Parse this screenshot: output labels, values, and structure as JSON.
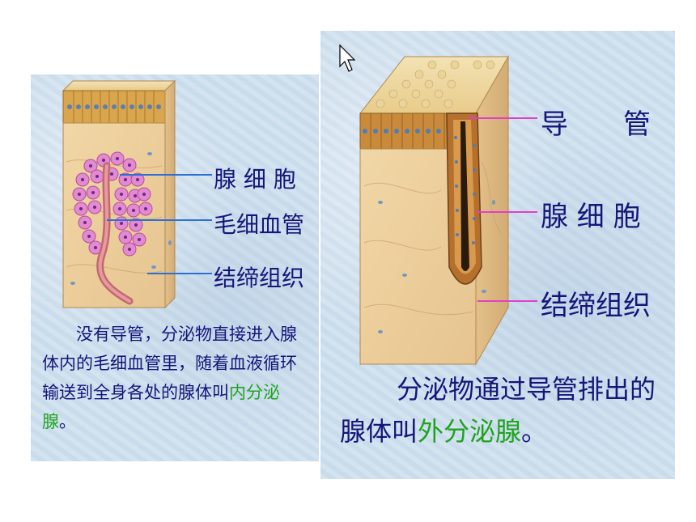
{
  "left_diagram": {
    "labels": [
      "腺 细 胞",
      "毛细血管",
      "结缔组织"
    ],
    "caption_parts": [
      "没有导管，分泌物直接进入腺体内的毛细血管里，随着血液循环输送到全身各处的腺体叫",
      "内分泌腺",
      "。"
    ]
  },
  "right_diagram": {
    "labels": [
      "导　　管",
      "腺 细 胞",
      "结缔组织"
    ],
    "caption_parts": [
      "分泌物通过导管排出的腺体叫",
      "外分泌腺",
      "。"
    ]
  },
  "colors": {
    "label_text": "#15157a",
    "highlight_text": "#1fa31f",
    "left_leader": "#2e6fd6",
    "right_leader": "#e040c8",
    "panel_bg": "#cfe0ee"
  },
  "icons": [
    "mouse-cursor-icon"
  ]
}
